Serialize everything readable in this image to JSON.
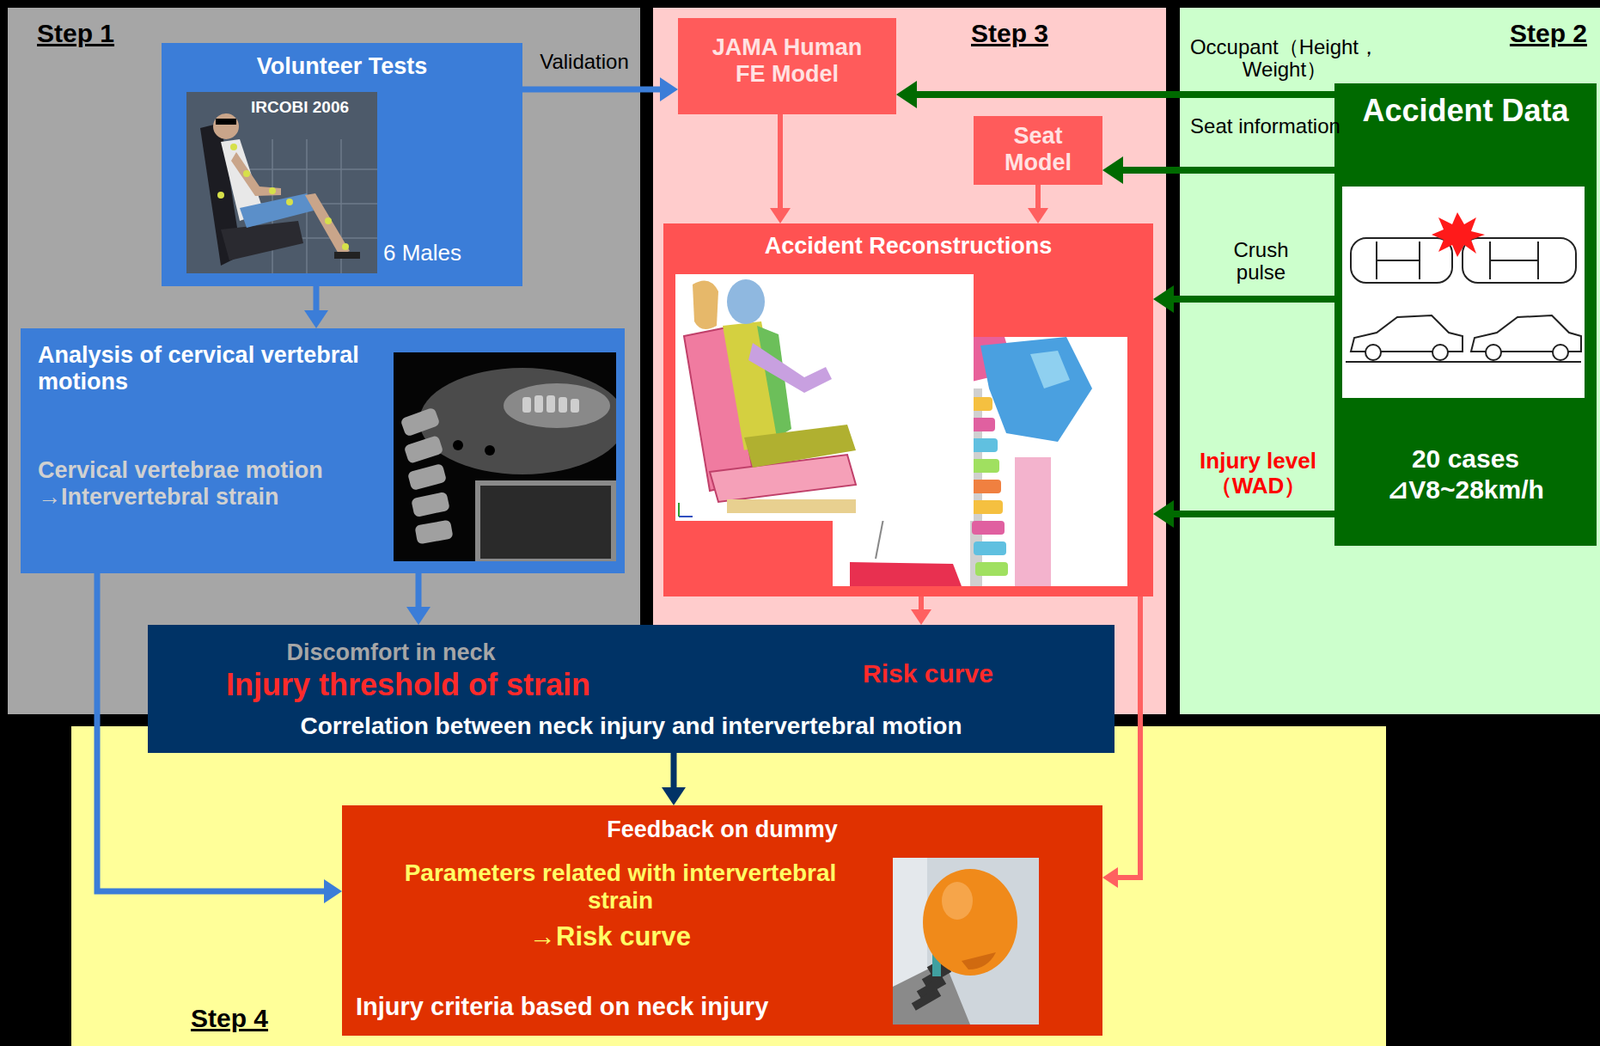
{
  "diagram": {
    "nodes": [
      {
        "text": [
          "Step 1"
        ]
      },
      {
        "text": [
          "Volunteer Tests",
          "IRCOBI 2006",
          "6 Males"
        ],
        "in": 0
      },
      {
        "text": [
          "Analysis of cervical vertebral motions",
          "Cervical vertebrae motion →Intervertebral strain"
        ],
        "in": 0
      },
      {
        "text": [
          "Step 3"
        ]
      },
      {
        "text": [
          "JAMA Human FE Model"
        ],
        "in": 3
      },
      {
        "text": [
          "Seat Model"
        ],
        "in": 3
      },
      {
        "text": [
          "Accident Reconstructions"
        ],
        "in": 3
      },
      {
        "text": [
          "Step 2"
        ]
      },
      {
        "text": [
          "Accident Data",
          "20 cases ⊿V8~28km/h"
        ],
        "in": 7
      },
      {
        "text": [
          "Discomfort in neck",
          "Injury threshold of strain",
          "Risk curve",
          "Correlation between neck injury and intervertebral motion"
        ]
      },
      {
        "text": [
          "Step 4"
        ]
      },
      {
        "text": [
          "Feedback on dummy",
          "Parameters related with intervertebral strain",
          "→Risk curve",
          "Injury criteria based on neck injury"
        ],
        "in": 10
      }
    ],
    "edges": [
      {
        "from": 1,
        "to": 4,
        "label": "Validation",
        "arrow": "to"
      },
      {
        "from": 1,
        "to": 2,
        "arrow": "to"
      },
      {
        "from": 2,
        "to": 9,
        "arrow": "to"
      },
      {
        "from": 2,
        "to": 11,
        "arrow": "to"
      },
      {
        "from": 4,
        "to": 6,
        "arrow": "to"
      },
      {
        "from": 5,
        "to": 6,
        "arrow": "to"
      },
      {
        "from": 8,
        "to": 4,
        "label": "Occupant（Height，Weight）",
        "arrow": "to"
      },
      {
        "from": 8,
        "to": 5,
        "label": "Seat information",
        "arrow": "to"
      },
      {
        "from": 8,
        "to": 6,
        "label": "Crush pulse",
        "arrow": "to"
      },
      {
        "from": 8,
        "to": 6,
        "label": "Injury level（WAD）",
        "arrow": "to"
      },
      {
        "from": 6,
        "to": 9,
        "arrow": "to"
      },
      {
        "from": 6,
        "to": 11,
        "arrow": "to"
      },
      {
        "from": 9,
        "to": 11,
        "arrow": "to"
      }
    ]
  }
}
